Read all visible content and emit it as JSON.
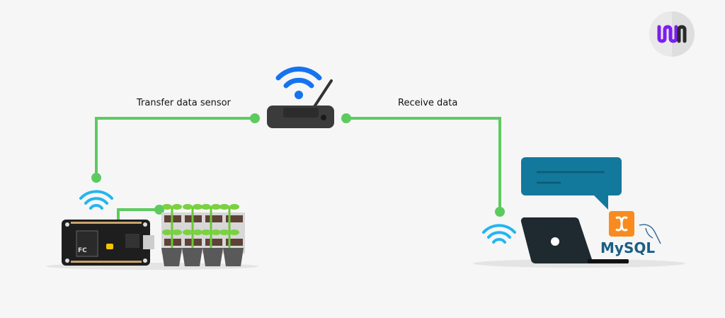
{
  "labels": {
    "transfer": "Transfer data sensor",
    "receive": "Receive data",
    "mysql": "MySQL"
  },
  "icons": {
    "logo": "wn-logo-icon",
    "router": "wifi-router-icon",
    "board": "esp8266-nodemcu-board-icon",
    "plants": "plant-tray-icon",
    "laptop": "laptop-icon",
    "chat": "speech-bubble-icon",
    "xampp": "xampp-icon",
    "mysql": "mysql-dolphin-icon"
  },
  "colors": {
    "line": "#5ccb5f",
    "wifi_sensor": "#23b5f0",
    "wifi_router": "#1673f0",
    "bubble": "#13799c",
    "logo_purple": "#7a1ff0",
    "xampp": "#f98b1e",
    "mysql_blue": "#1b5e86"
  }
}
